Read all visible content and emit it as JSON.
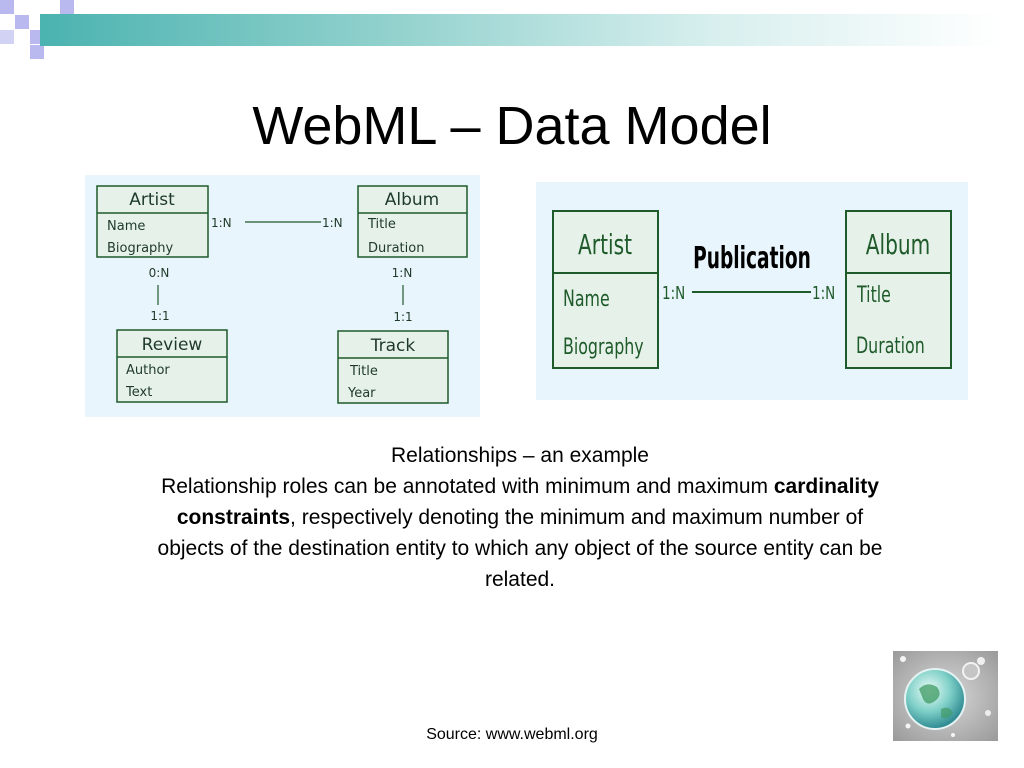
{
  "slide": {
    "title": "WebML – Data Model",
    "caption": {
      "line1": "Relationships – an example",
      "text_before": "Relationship roles can be annotated with minimum and maximum ",
      "bold": "cardinality constraints",
      "text_after": ", respectively denoting the minimum and maximum number of objects of the destination entity to which any object of the source entity can be related."
    },
    "source": "Source: www.webml.org"
  },
  "left_diagram": {
    "entities": {
      "artist": {
        "name": "Artist",
        "attributes": [
          "Name",
          "Biography"
        ]
      },
      "album": {
        "name": "Album",
        "attributes": [
          "Title",
          "Duration"
        ]
      },
      "review": {
        "name": "Review",
        "attributes": [
          "Author",
          "Text"
        ]
      },
      "track": {
        "name": "Track",
        "attributes": [
          "Title",
          "Year"
        ]
      }
    },
    "cardinalities": {
      "artist_album_left": "1:N",
      "artist_album_right": "1:N",
      "artist_review_top": "0:N",
      "artist_review_bottom": "1:1",
      "album_track_top": "1:N",
      "album_track_bottom": "1:1"
    }
  },
  "right_diagram": {
    "relationship_name": "Publication",
    "entities": {
      "artist": {
        "name": "Artist",
        "attributes": [
          "Name",
          "Biography"
        ]
      },
      "album": {
        "name": "Album",
        "attributes": [
          "Title",
          "Duration"
        ]
      }
    },
    "cardinalities": {
      "left": "1:N",
      "right": "1:N"
    }
  },
  "colors": {
    "entity_border": "#1f5a2a",
    "entity_fill": "#e6f2e9",
    "panel_bg": "#e9f5fc",
    "band": "#4bb3b0"
  }
}
